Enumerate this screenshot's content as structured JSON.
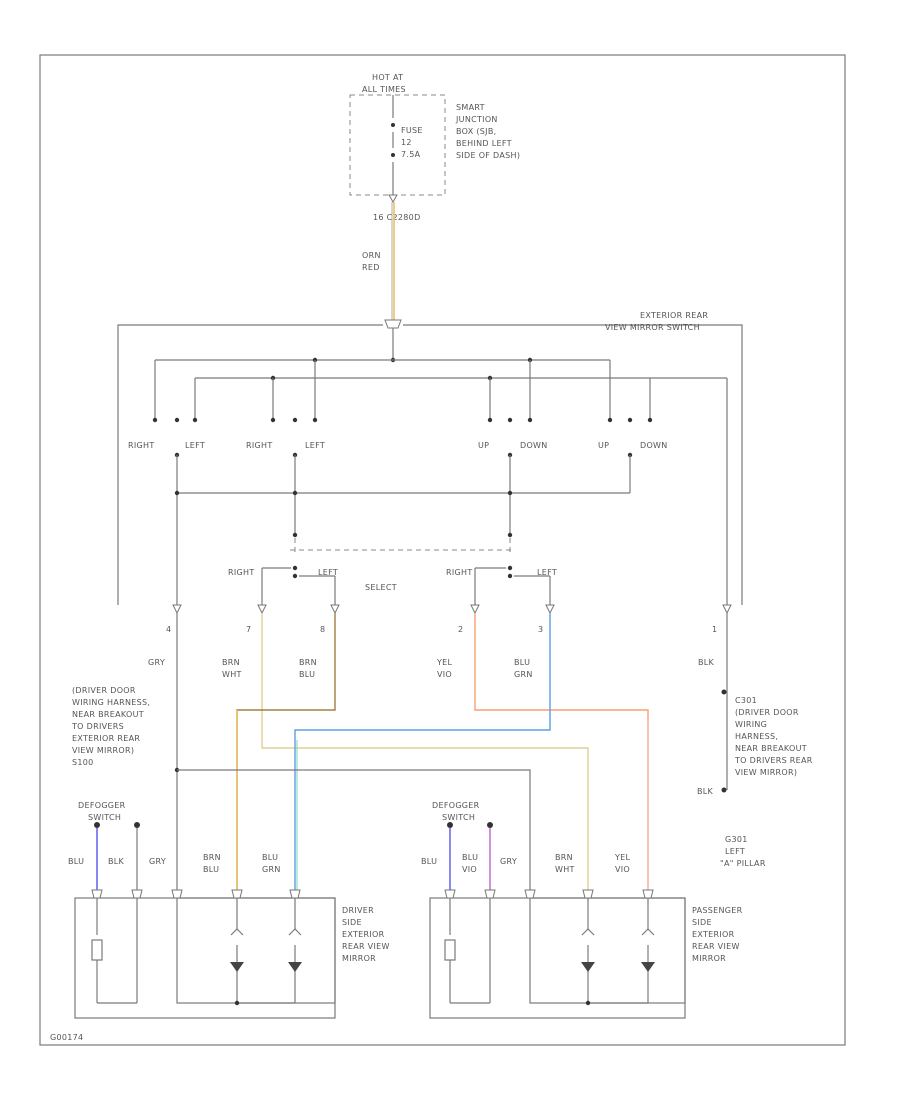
{
  "colors": {
    "wire_default": "#7a7a7a",
    "wire_org_red": "#f0c060",
    "wire_brn_wht": "#e0d090",
    "wire_brn_blu": "#a08040",
    "wire_yel_vio": "#f7a070",
    "wire_blu_grn": "#5aa0e0",
    "wire_blu": "#6a6af0",
    "wire_blu_vio": "#c060d0",
    "background": "#ffffff"
  },
  "fuse": {
    "hot_label_1": "HOT AT",
    "hot_label_2": "ALL TIMES",
    "fuse_1": "FUSE",
    "fuse_2": "12",
    "fuse_3": "7.5A",
    "junction_1": "SMART",
    "junction_2": "JUNCTION",
    "junction_3": "BOX (SJB,",
    "junction_4": "BEHIND LEFT",
    "junction_5": "SIDE OF DASH)",
    "connector": "16   C2280D",
    "wire_1": "ORN",
    "wire_2": "RED"
  },
  "mirror_switch": {
    "title_1": "EXTERIOR REAR",
    "title_2": "VIEW MIRROR SWITCH",
    "labels": [
      "RIGHT",
      "LEFT",
      "RIGHT",
      "LEFT",
      "UP",
      "DOWN",
      "UP",
      "DOWN"
    ],
    "select": "SELECT",
    "sel_right_1": "RIGHT",
    "sel_left_1": "LEFT",
    "sel_right_2": "RIGHT",
    "sel_left_2": "LEFT"
  },
  "pins": [
    "4",
    "7",
    "8",
    "2",
    "3",
    "1"
  ],
  "wires": {
    "gry": "GRY",
    "brn_wht_1": "BRN",
    "brn_wht_2": "WHT",
    "brn_blu_1": "BRN",
    "brn_blu_2": "BLU",
    "yel_vio_1": "YEL",
    "yel_vio_2": "VIO",
    "blu_grn_1": "BLU",
    "blu_grn_2": "GRN",
    "blk": "BLK"
  },
  "notes": {
    "driver_harness": [
      "(DRIVER DOOR",
      "WIRING HARNESS,",
      "NEAR BREAKOUT",
      "TO DRIVERS",
      "EXTERIOR REAR",
      "VIEW MIRROR)",
      "S100"
    ],
    "ground_harness": [
      "C301",
      "(DRIVER DOOR",
      "WIRING",
      "HARNESS,",
      "NEAR BREAKOUT",
      "TO DRIVERS REAR",
      "VIEW MIRROR)"
    ],
    "ground_blk": "BLK",
    "ground_loc": [
      "G301",
      "LEFT",
      "\"A\" PILLAR"
    ]
  },
  "driver_mirror": {
    "defogger_1": "DEFOGGER",
    "defogger_2": "SWITCH",
    "wire_blu": "BLU",
    "wire_blk": "BLK",
    "wire_gry": "GRY",
    "brn_1": "BRN",
    "brn_2": "BLU",
    "blu_1": "BLU",
    "blu_2": "GRN",
    "label": [
      "DRIVER",
      "SIDE",
      "EXTERIOR",
      "REAR VIEW",
      "MIRROR"
    ]
  },
  "passenger_mirror": {
    "defogger_1": "DEFOGGER",
    "defogger_2": "SWITCH",
    "wire_blu": "BLU",
    "wire_blu_vio_1": "BLU",
    "wire_blu_vio_2": "VIO",
    "wire_gry": "GRY",
    "brn_1": "BRN",
    "brn_2": "WHT",
    "yel_1": "YEL",
    "yel_2": "VIO",
    "label": [
      "PASSENGER",
      "SIDE",
      "EXTERIOR",
      "REAR VIEW",
      "MIRROR"
    ]
  },
  "footer_code": "G00174"
}
